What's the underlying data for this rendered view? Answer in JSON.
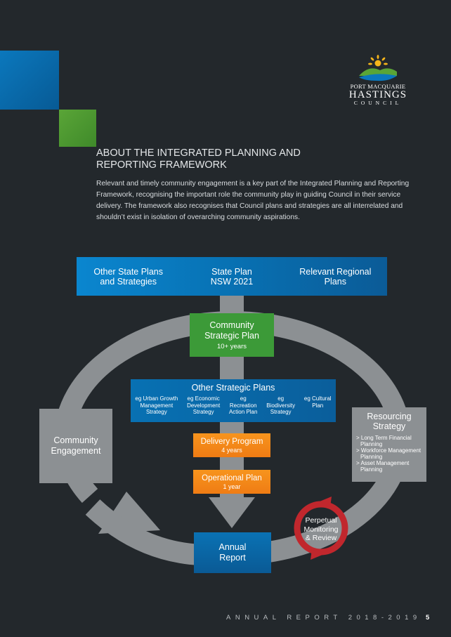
{
  "logo": {
    "line1": "PORT MACQUARIE",
    "line2": "HASTINGS",
    "line3": "COUNCIL"
  },
  "heading": {
    "line1": "ABOUT THE INTEGRATED PLANNING AND",
    "line2": "REPORTING FRAMEWORK"
  },
  "intro": "Relevant and timely community engagement is a key part of the Integrated Planning and Reporting Framework, recognising the important role the community play in guiding Council in their service delivery. The framework also recognises that Council plans and strategies are all interrelated and shouldn’t exist in isolation of overarching community aspirations.",
  "diagram": {
    "state_bar": [
      {
        "line1": "Other State Plans",
        "line2": "and Strategies"
      },
      {
        "line1": "State Plan",
        "line2": "NSW 2021"
      },
      {
        "line1": "Relevant Regional",
        "line2": "Plans"
      }
    ],
    "community_strategic_plan": {
      "line1": "Community",
      "line2": "Strategic Plan",
      "sub": "10+ years"
    },
    "other_strategic_plans": {
      "title": "Other Strategic Plans",
      "items": [
        {
          "line1": "eg Urban Growth",
          "line2": "Management",
          "line3": "Strategy"
        },
        {
          "line1": "eg Economic",
          "line2": "Development",
          "line3": "Strategy"
        },
        {
          "line1": "eg",
          "line2": "Recreation",
          "line3": "Action Plan"
        },
        {
          "line1": "eg",
          "line2": "Biodiversity",
          "line3": "Strategy"
        },
        {
          "line1": "eg Cultural",
          "line2": "Plan",
          "line3": ""
        }
      ]
    },
    "delivery_program": {
      "title": "Delivery Program",
      "sub": "4 years"
    },
    "operational_plan": {
      "title": "Operational Plan",
      "sub": "1 year"
    },
    "community_engagement": {
      "line1": "Community",
      "line2": "Engagement"
    },
    "resourcing_strategy": {
      "line1": "Resourcing",
      "line2": "Strategy",
      "items": [
        "> Long Term Financial Planning",
        "> Workforce Management Planning",
        "> Asset Management Planning"
      ]
    },
    "annual_report": {
      "line1": "Annual",
      "line2": "Report"
    },
    "perpetual": {
      "line1": "Perpetual",
      "line2": "Monitoring",
      "line3": "& Review"
    }
  },
  "footer": {
    "text": "ANNUAL REPORT 2018-2019",
    "page": "5"
  },
  "colors": {
    "background": "#23282c",
    "blue": "#0871b3",
    "green": "#3c9a38",
    "orange": "#f7941d",
    "grey": "#8c9093",
    "red": "#c1272d"
  }
}
